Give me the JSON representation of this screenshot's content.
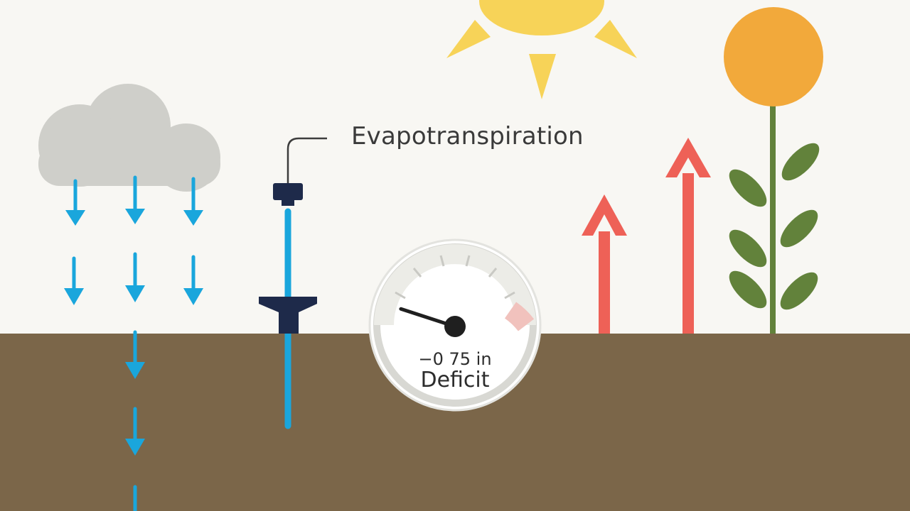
{
  "labels": {
    "process": "Evapotranspiration",
    "gauge_value": "−0 75 in",
    "gauge_status": "Deficit"
  },
  "gauge": {
    "needle_level": 0.1
  },
  "icons": {
    "sun": "sun-icon",
    "cloud": "cloud-icon",
    "rain": "rain-arrow-icon",
    "plant": "plant-icon",
    "evaporation": "evaporation-arrow-icon",
    "sensor": "soil-moisture-sensor-icon",
    "gauge": "gauge-icon"
  },
  "colors": {
    "sky": "#f8f7f3",
    "soil": "#7b6649",
    "rain": "#1aa6dc",
    "evaporation": "#ee6157",
    "sun": "#f7d358",
    "flower": "#f2a93b",
    "leaf": "#62823b",
    "sensor": "#1e2a4a"
  }
}
